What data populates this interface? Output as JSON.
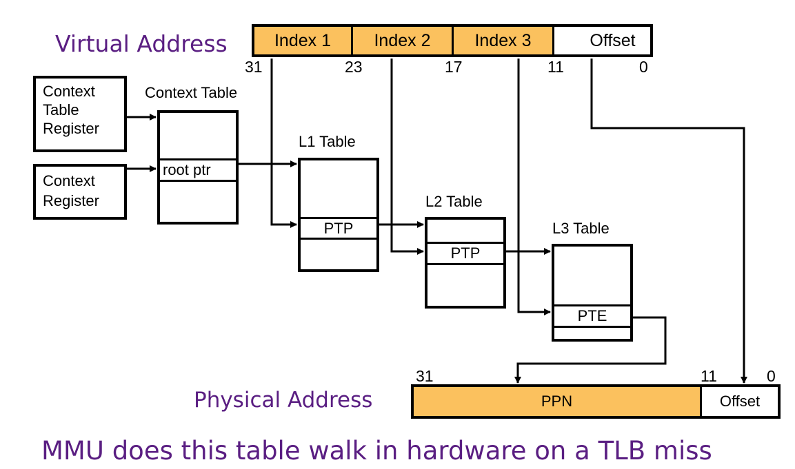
{
  "colors": {
    "accent": "#fbc15e",
    "heading": "#5a1e82"
  },
  "virtual_address": {
    "label": "Virtual Address",
    "fields": [
      "Index 1",
      "Index 2",
      "Index 3",
      "Offset"
    ],
    "bits": [
      "31",
      "23",
      "17",
      "11",
      "0"
    ]
  },
  "registers": {
    "ctr": "Context\nTable\nRegister",
    "cr": "Context\nRegister"
  },
  "context_table": {
    "title": "Context Table",
    "entry": "root ptr"
  },
  "l1_table": {
    "title": "L1 Table",
    "entry": "PTP"
  },
  "l2_table": {
    "title": "L2 Table",
    "entry": "PTP"
  },
  "l3_table": {
    "title": "L3 Table",
    "entry": "PTE"
  },
  "physical_address": {
    "label": "Physical Address",
    "fields": [
      "PPN",
      "Offset"
    ],
    "bits": [
      "31",
      "11",
      "0"
    ]
  },
  "caption": "MMU does this table walk in hardware on a TLB miss"
}
